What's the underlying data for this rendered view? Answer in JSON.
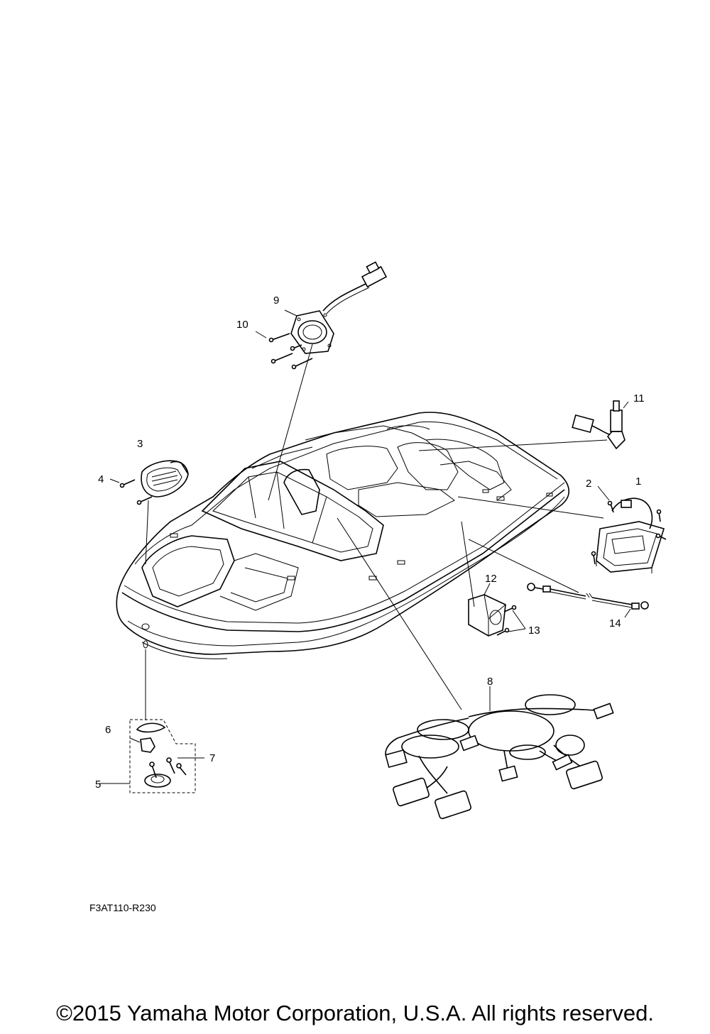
{
  "callouts": {
    "c1": "1",
    "c2": "2",
    "c3": "3",
    "c4": "4",
    "c5": "5",
    "c6": "6",
    "c7": "7",
    "c8": "8",
    "c9": "9",
    "c10": "10",
    "c11": "11",
    "c12": "12",
    "c13": "13",
    "c14": "14"
  },
  "drawing_code": "F3AT110-R230",
  "copyright": "©2015 Yamaha Motor Corporation, U.S.A. All rights reserved."
}
